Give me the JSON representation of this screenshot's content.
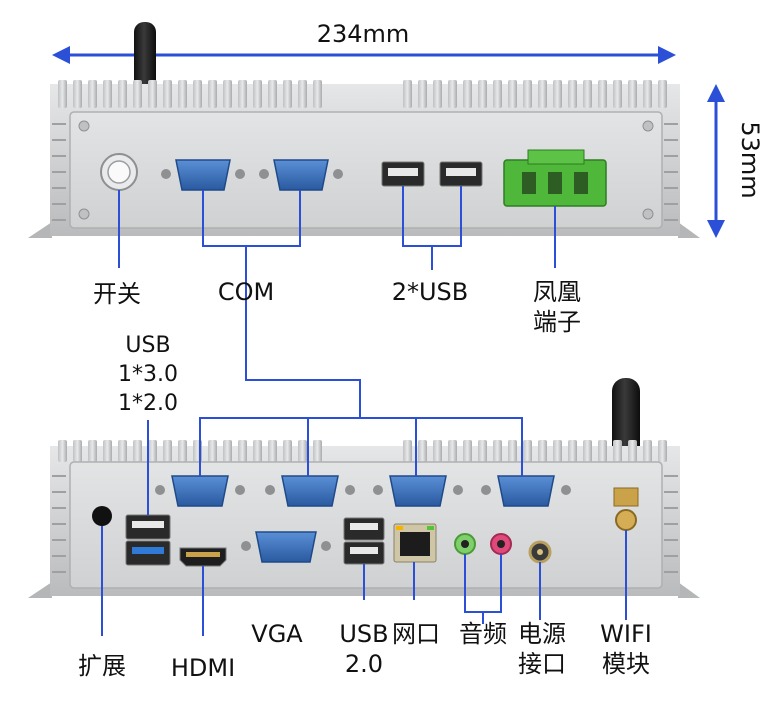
{
  "dimensions": {
    "width": "234mm",
    "height": "53mm"
  },
  "front_panel": {
    "labels": {
      "power_switch": "开关",
      "com": "COM",
      "usb": "2*USB",
      "phoenix_line1": "凤凰",
      "phoenix_line2": "端子"
    }
  },
  "rear_panel": {
    "labels": {
      "usb_line1": "USB",
      "usb_line2": "1*3.0",
      "usb_line3": "1*2.0",
      "expansion": "扩展",
      "hdmi": "HDMI",
      "vga": "VGA",
      "usb20_line1": "USB",
      "usb20_line2": "2.0",
      "lan": "网口",
      "audio": "音频",
      "power_line1": "电源",
      "power_line2": "接口",
      "wifi_line1": "WIFI",
      "wifi_line2": "模块"
    }
  },
  "colors": {
    "callout": "#2b4fd6",
    "chassis": "#c7c9ca",
    "panel": "#d7d9da",
    "db9": "#3a6fb8",
    "usb3_blue": "#2e7ad6",
    "phoenix_green": "#4fb83a",
    "audio_green": "#7fcf6a",
    "audio_pink": "#e04a7a"
  }
}
